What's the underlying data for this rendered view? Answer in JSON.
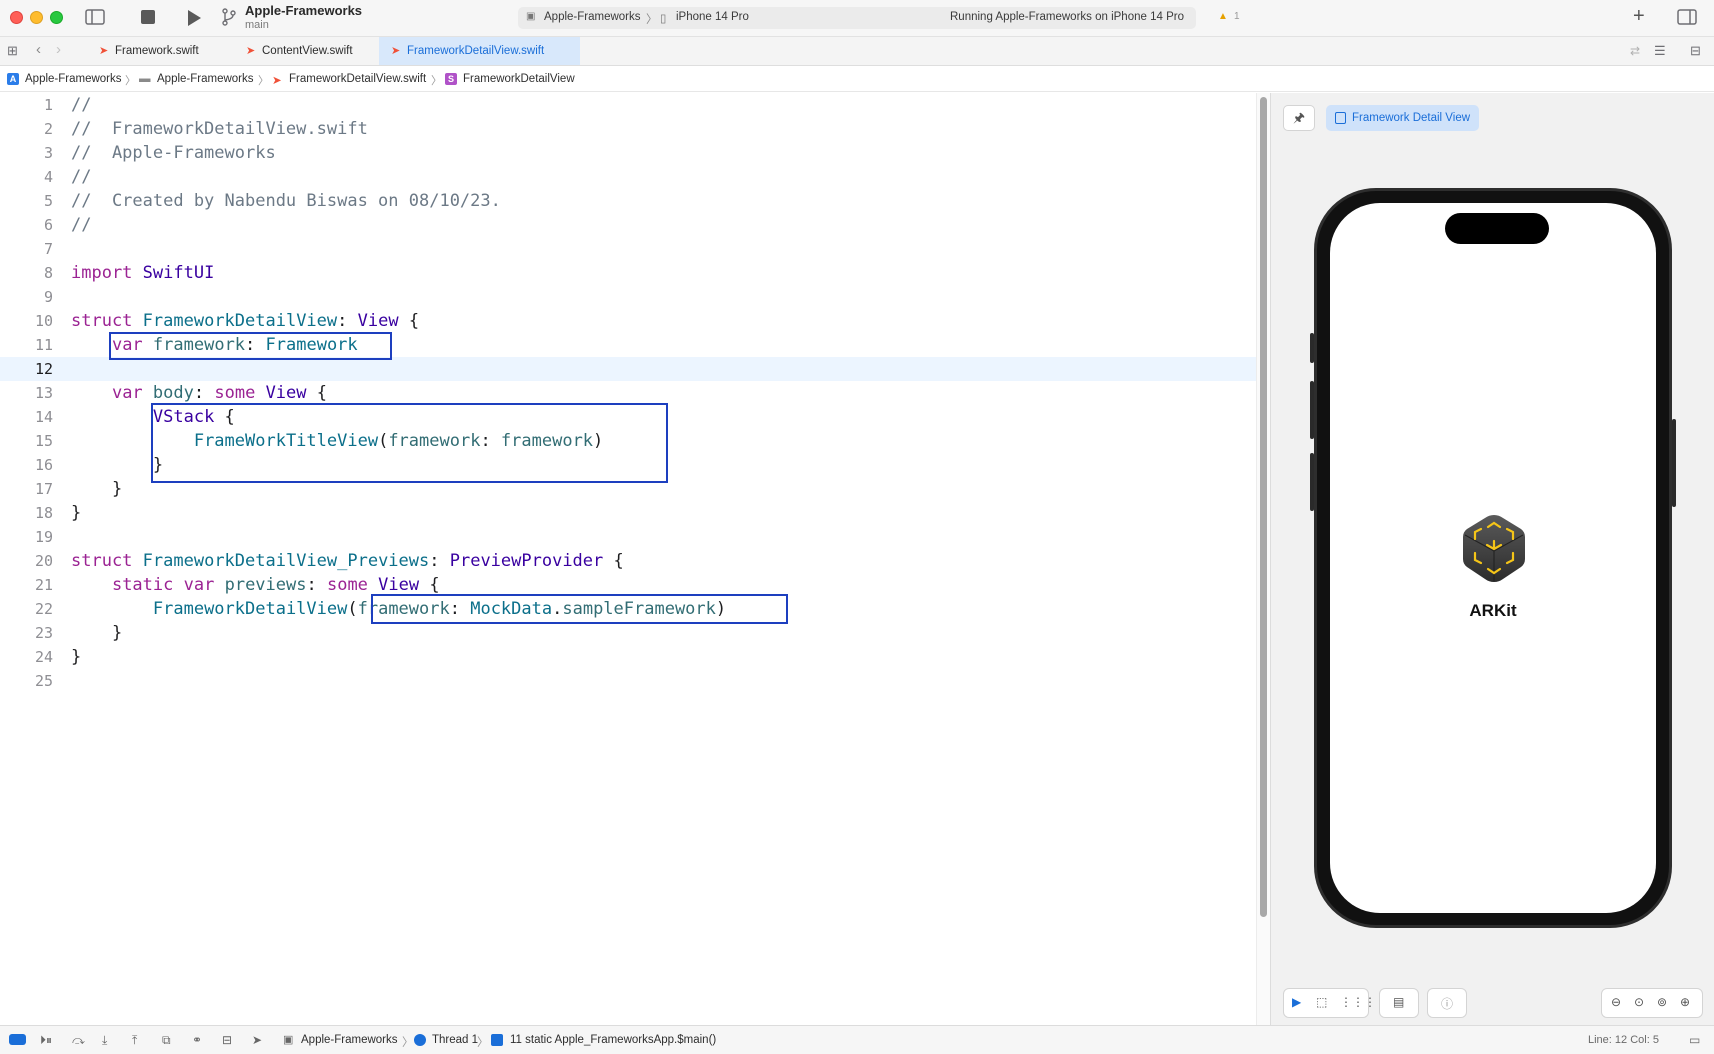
{
  "window": {
    "project_name": "Apple-Frameworks",
    "branch": "main",
    "scheme": "Apple-Frameworks",
    "device": "iPhone 14 Pro",
    "status": "Running Apple-Frameworks on iPhone 14 Pro",
    "warning_count": "1"
  },
  "tabs": [
    {
      "label": "Framework.swift",
      "active": false
    },
    {
      "label": "ContentView.swift",
      "active": false
    },
    {
      "label": "FrameworkDetailView.swift",
      "active": true
    }
  ],
  "breadcrumb": [
    "Apple-Frameworks",
    "Apple-Frameworks",
    "FrameworkDetailView.swift",
    "FrameworkDetailView"
  ],
  "editor": {
    "current_line": 12,
    "line_numbers": [
      "1",
      "2",
      "3",
      "4",
      "5",
      "6",
      "7",
      "8",
      "9",
      "10",
      "11",
      "12",
      "13",
      "14",
      "15",
      "16",
      "17",
      "18",
      "19",
      "20",
      "21",
      "22",
      "23",
      "24",
      "25"
    ],
    "lines": [
      "//",
      "//  FrameworkDetailView.swift",
      "//  Apple-Frameworks",
      "//",
      "//  Created by Nabendu Biswas on 08/10/23.",
      "//",
      "",
      "import SwiftUI",
      "",
      "struct FrameworkDetailView: View {",
      "    var framework: Framework",
      "",
      "    var body: some View {",
      "        VStack {",
      "            FrameWorkTitleView(framework: framework)",
      "        }",
      "    }",
      "}",
      "",
      "struct FrameworkDetailView_Previews: PreviewProvider {",
      "    static var previews: some View {",
      "        FrameworkDetailView(framework: MockData.sampleFramework)",
      "    }",
      "}",
      ""
    ]
  },
  "preview": {
    "chip_label": "Framework Detail View",
    "app_name": "ARKit",
    "accent_color": "#1a6ed8",
    "icon_tint": "#f5c518"
  },
  "debug": {
    "scheme": "Apple-Frameworks",
    "thread": "Thread 1",
    "frame": "11 static Apple_FrameworksApp.$main()",
    "line_col": "Line: 12  Col: 5"
  }
}
